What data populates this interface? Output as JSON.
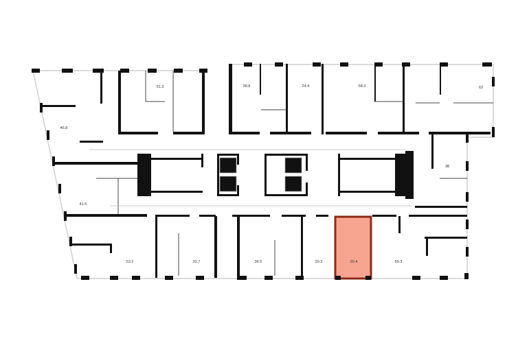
{
  "floor_plan": {
    "highlight_color": "#f7a590",
    "highlight_border": "#8c2a18",
    "selected_unit": "20.4",
    "units": [
      {
        "area": "51.3"
      },
      {
        "area": "38.8"
      },
      {
        "area": "24.4"
      },
      {
        "area": "58.3"
      },
      {
        "area": "62"
      },
      {
        "area": "46.8"
      },
      {
        "area": "38"
      },
      {
        "area": "41.6"
      },
      {
        "area": "53.2"
      },
      {
        "area": "32.7"
      },
      {
        "area": "36.5"
      },
      {
        "area": "20.3"
      },
      {
        "area": "20.4"
      },
      {
        "area": "59.3"
      }
    ]
  }
}
